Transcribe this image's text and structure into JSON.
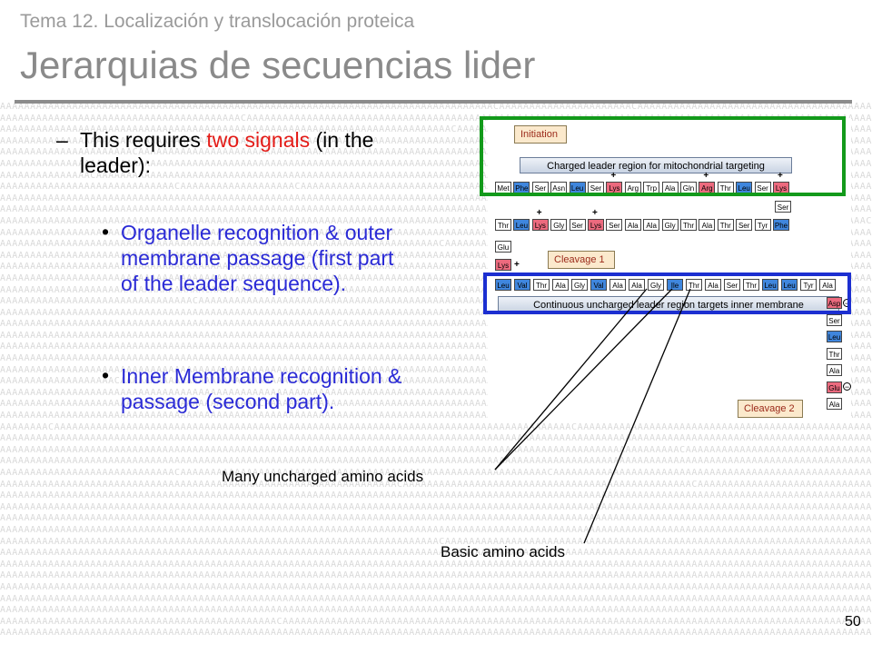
{
  "header": {
    "subtitle": "Tema 12. Localización y translocación proteica",
    "title": "Jerarquias de secuencias lider"
  },
  "body": {
    "dash": "–",
    "line1_a": "This requires ",
    "line1_red": "two signals",
    "line1_b": " (in the",
    "line1_c": "leader):",
    "bullet": "•",
    "b1_l1": "Organelle recognition & outer",
    "b1_l2": "membrane passage (first part",
    "b1_l3": "of the leader sequence).",
    "b2_l1": "Inner Membrane recognition  &",
    "b2_l2": "passage (second part)."
  },
  "figure": {
    "initiation": "Initiation",
    "charged_region": "Charged leader region for mitochondrial targeting",
    "cleavage1": "Cleavage 1",
    "uncharged_region": "Continuous uncharged leader region targets inner membrane",
    "cleavage2": "Cleavage 2",
    "row1": [
      {
        "aa": "Met",
        "t": "n"
      },
      {
        "aa": "Phe",
        "t": "hyd"
      },
      {
        "aa": "Ser",
        "t": "n"
      },
      {
        "aa": "Asn",
        "t": "n"
      },
      {
        "aa": "Leu",
        "t": "hyd"
      },
      {
        "aa": "Ser",
        "t": "n"
      },
      {
        "aa": "Lys",
        "t": "pos"
      },
      {
        "aa": "Arg",
        "t": "n"
      },
      {
        "aa": "Trp",
        "t": "n"
      },
      {
        "aa": "Ala",
        "t": "n"
      },
      {
        "aa": "Gln",
        "t": "n"
      },
      {
        "aa": "Arg",
        "t": "pos"
      },
      {
        "aa": "Thr",
        "t": "n"
      },
      {
        "aa": "Leu",
        "t": "hyd"
      },
      {
        "aa": "Ser",
        "t": "n"
      },
      {
        "aa": "Lys",
        "t": "pos"
      }
    ],
    "row1_extra": "Ser",
    "row2": [
      {
        "aa": "Thr",
        "t": "n"
      },
      {
        "aa": "Leu",
        "t": "hyd"
      },
      {
        "aa": "Lys",
        "t": "pos"
      },
      {
        "aa": "Gly",
        "t": "n"
      },
      {
        "aa": "Ser",
        "t": "n"
      },
      {
        "aa": "Lys",
        "t": "pos"
      },
      {
        "aa": "Ser",
        "t": "n"
      },
      {
        "aa": "Ala",
        "t": "n"
      },
      {
        "aa": "Ala",
        "t": "n"
      },
      {
        "aa": "Gly",
        "t": "n"
      },
      {
        "aa": "Thr",
        "t": "n"
      },
      {
        "aa": "Ala",
        "t": "n"
      },
      {
        "aa": "Thr",
        "t": "n"
      },
      {
        "aa": "Ser",
        "t": "n"
      },
      {
        "aa": "Tyr",
        "t": "n"
      },
      {
        "aa": "Phe",
        "t": "hyd"
      }
    ],
    "glu": "Glu",
    "lys": "Lys",
    "row3": [
      {
        "aa": "Leu",
        "t": "hyd"
      },
      {
        "aa": "Val",
        "t": "hyd"
      },
      {
        "aa": "Thr",
        "t": "n"
      },
      {
        "aa": "Ala",
        "t": "n"
      },
      {
        "aa": "Gly",
        "t": "n"
      },
      {
        "aa": "Val",
        "t": "hyd"
      },
      {
        "aa": "Ala",
        "t": "n"
      },
      {
        "aa": "Ala",
        "t": "n"
      },
      {
        "aa": "Gly",
        "t": "n"
      },
      {
        "aa": "Ile",
        "t": "hyd"
      },
      {
        "aa": "Thr",
        "t": "n"
      },
      {
        "aa": "Ala",
        "t": "n"
      },
      {
        "aa": "Ser",
        "t": "n"
      },
      {
        "aa": "Thr",
        "t": "n"
      },
      {
        "aa": "Leu",
        "t": "hyd"
      },
      {
        "aa": "Leu",
        "t": "hyd"
      },
      {
        "aa": "Tyr",
        "t": "n"
      },
      {
        "aa": "Ala",
        "t": "n"
      }
    ],
    "col": [
      {
        "aa": "Asp",
        "t": "pos"
      },
      {
        "aa": "Ser",
        "t": "n"
      },
      {
        "aa": "Leu",
        "t": "hyd"
      },
      {
        "aa": "Thr",
        "t": "n"
      },
      {
        "aa": "Ala",
        "t": "n"
      },
      {
        "aa": "Glu",
        "t": "pos"
      },
      {
        "aa": "Ala",
        "t": "n"
      }
    ],
    "plus": "+",
    "minus": "−"
  },
  "labels": {
    "many_uncharged": "Many uncharged amino acids",
    "basic": "Basic amino acids"
  },
  "page_number": "50",
  "colors": {
    "green_box": "#139a1b",
    "blue_box": "#1c2fd1",
    "positive_residue": "#ec6a7e",
    "hydrophobic_residue": "#3f86dd",
    "red_text": "#e41b17",
    "blue_text": "#2a2ad6"
  }
}
